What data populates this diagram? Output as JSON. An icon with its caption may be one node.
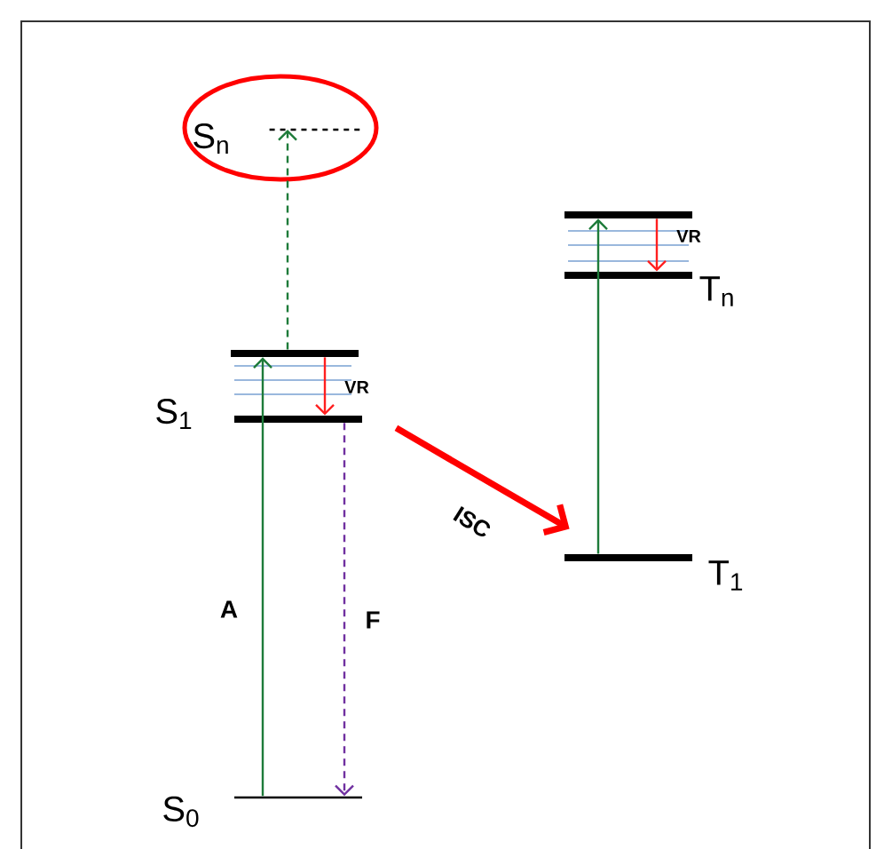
{
  "diagram": {
    "nodes": [
      {
        "text": [],
        "shape": "bar",
        "beside": [
          "S$_{n}$"
        ]
      },
      {
        "text": [],
        "shape": "bar"
      },
      {
        "text": [],
        "shape": "bar",
        "beside": [
          "T$_{n}$"
        ]
      },
      {
        "text": [],
        "shape": "bar"
      },
      {
        "text": [],
        "shape": "bar",
        "beside": [
          "S$_{1}$"
        ]
      },
      {
        "text": [],
        "shape": "bar",
        "beside": [
          "T$_{1}$"
        ]
      },
      {
        "text": [],
        "shape": "bar",
        "beside": [
          "S$_{0}$"
        ]
      }
    ],
    "edges": [
      {
        "from": 6,
        "to": 3,
        "arrow": "to",
        "label": "A",
        "color": "#1e7b3a"
      },
      {
        "from": 3,
        "to": 0,
        "arrow": "to",
        "style": "dashed",
        "color": "#1e7b3a"
      },
      {
        "from": 3,
        "to": 4,
        "arrow": "to",
        "label": "VR",
        "color": "#ff2020"
      },
      {
        "from": 4,
        "to": 6,
        "arrow": "to",
        "label": "F",
        "style": "dashed",
        "color": "#7030a0"
      },
      {
        "from": 4,
        "to": 5,
        "arrow": "to",
        "label": "ISC",
        "style": "thick",
        "color": "#ff0000"
      },
      {
        "from": 5,
        "to": 1,
        "arrow": "to",
        "color": "#1e7b3a"
      },
      {
        "from": 1,
        "to": 2,
        "arrow": "to",
        "label": "VR",
        "color": "#ff2020"
      }
    ]
  }
}
